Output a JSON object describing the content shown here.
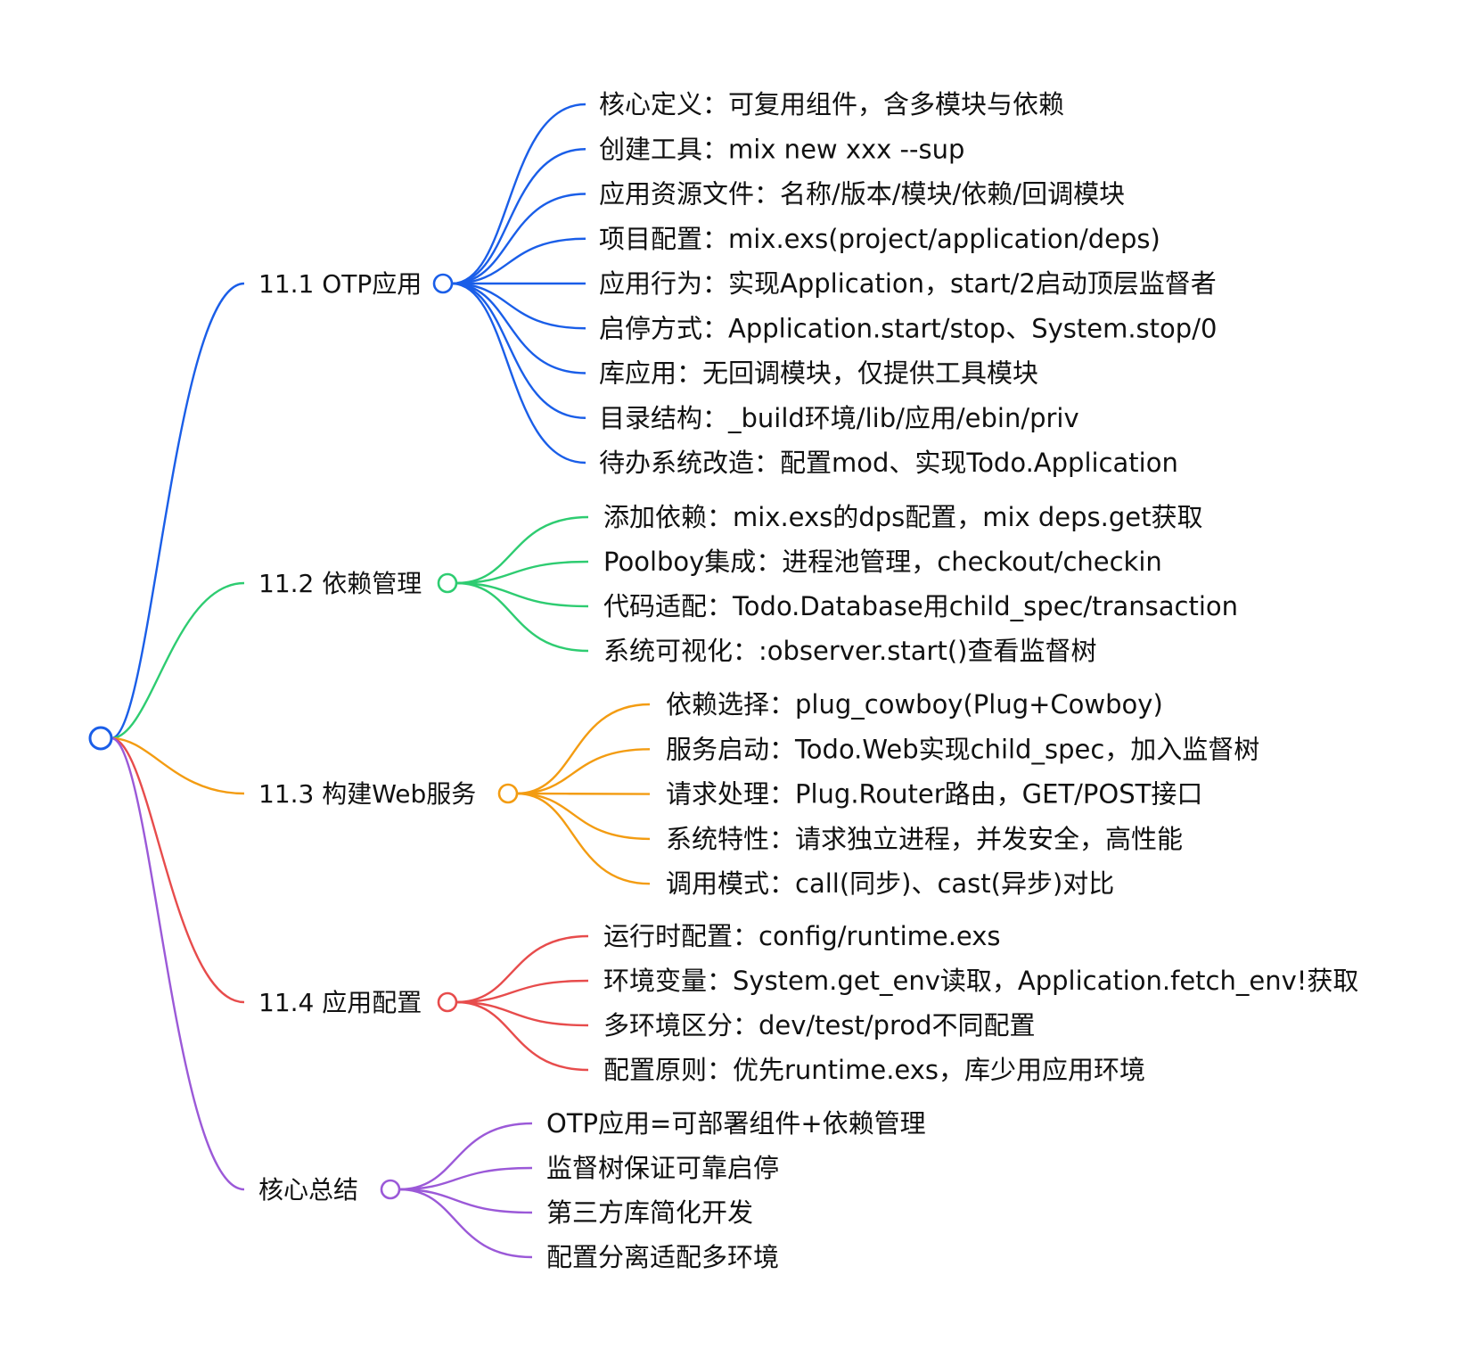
{
  "mindmap": {
    "branches": [
      {
        "label": "11.1 OTP应用",
        "color": "#1a5ee8",
        "children": [
          "核心定义：可复用组件，含多模块与依赖",
          "创建工具：mix new xxx --sup",
          "应用资源文件：名称/版本/模块/依赖/回调模块",
          "项目配置：mix.exs(project/application/deps)",
          "应用行为：实现Application，start/2启动顶层监督者",
          "启停方式：Application.start/stop、System.stop/0",
          "库应用：无回调模块，仅提供工具模块",
          "目录结构：_build环境/lib/应用/ebin/priv",
          "待办系统改造：配置mod、实现Todo.Application"
        ]
      },
      {
        "label": "11.2 依赖管理",
        "color": "#2ecc71",
        "children": [
          "添加依赖：mix.exs的dps配置，mix deps.get获取",
          "Poolboy集成：进程池管理，checkout/checkin",
          "代码适配：Todo.Database用child_spec/transaction",
          "系统可视化：:observer.start()查看监督树"
        ]
      },
      {
        "label": "11.3 构建Web服务",
        "color": "#f39c12",
        "children": [
          "依赖选择：plug_cowboy(Plug+Cowboy)",
          "服务启动：Todo.Web实现child_spec，加入监督树",
          "请求处理：Plug.Router路由，GET/POST接口",
          "系统特性：请求独立进程，并发安全，高性能",
          "调用模式：call(同步)、cast(异步)对比"
        ]
      },
      {
        "label": "11.4 应用配置",
        "color": "#e74c4c",
        "children": [
          "运行时配置：config/runtime.exs",
          "环境变量：System.get_env读取，Application.fetch_env!获取",
          "多环境区分：dev/test/prod不同配置",
          "配置原则：优先runtime.exs，库少用应用环境"
        ]
      },
      {
        "label": "核心总结",
        "color": "#9b59d8",
        "children": [
          "OTP应用=可部署组件+依赖管理",
          "监督树保证可靠启停",
          "第三方库简化开发",
          "配置分离适配多环境"
        ]
      }
    ]
  }
}
